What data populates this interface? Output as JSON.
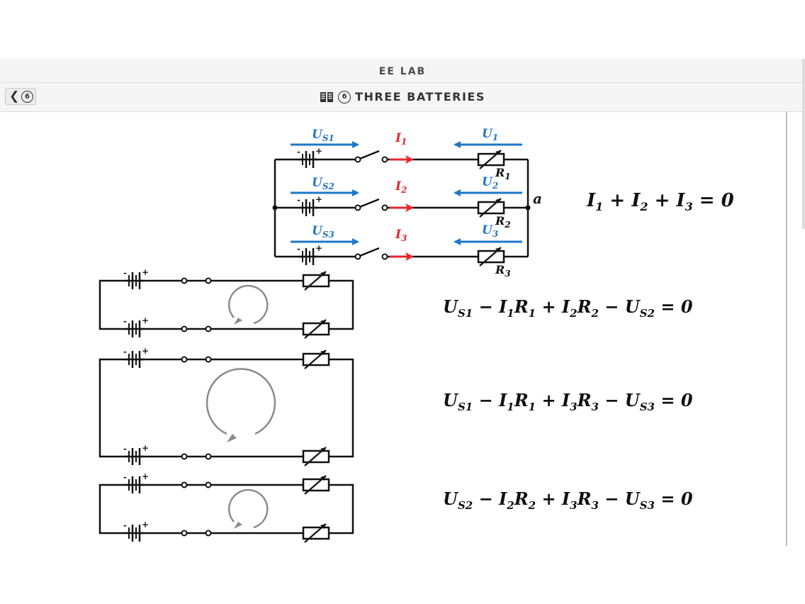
{
  "app": {
    "title": "EE LAB"
  },
  "toolbar": {
    "back_number": "6",
    "page_number": "6",
    "page_title": "THREE BATTERIES"
  },
  "icons": {
    "back": "chevron-left-icon",
    "book": "book-icon"
  },
  "colors": {
    "voltage_arrow": "#1f77c8",
    "current_arrow": "#e8262c",
    "loop_arrow": "#8a8a8a",
    "wire": "#111111"
  },
  "circuit": {
    "voltage_source_labels": [
      "U_S1",
      "U_S2",
      "U_S3"
    ],
    "current_labels": [
      "I_1",
      "I_2",
      "I_3"
    ],
    "voltage_drop_labels": [
      "U_1",
      "U_2",
      "U_3"
    ],
    "resistor_labels": [
      "R_1",
      "R_2",
      "R_3"
    ],
    "node_label": "a"
  },
  "equations": {
    "kcl": "I1 + I2 + I3 = 0",
    "loop1": "US1 − I1R1 + I2R2 − US2 = 0",
    "loop2": "US1 − I1R1 + I3R3 − US3 = 0",
    "loop3": "US2 − I2R2 + I3R3 − US3 = 0"
  }
}
